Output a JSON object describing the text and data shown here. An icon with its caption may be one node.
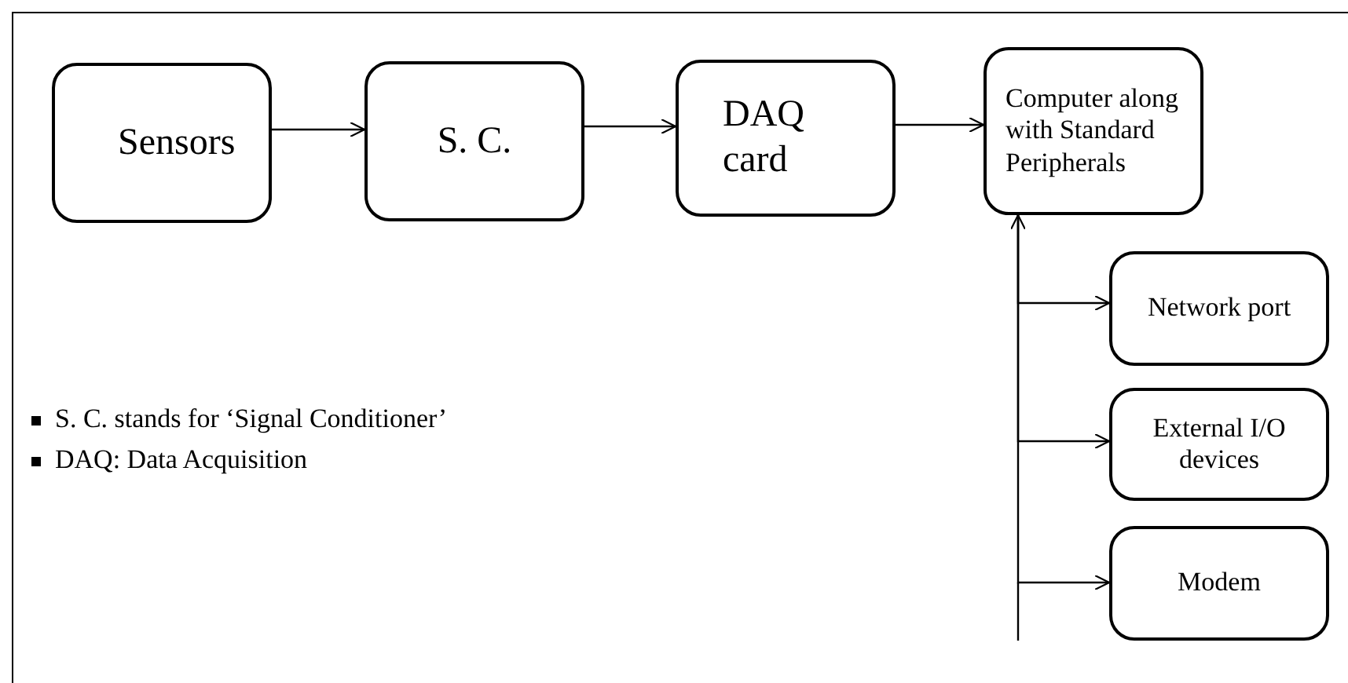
{
  "diagram": {
    "nodes": [
      {
        "text": [
          "Sensors"
        ]
      },
      {
        "text": [
          "S. C."
        ]
      },
      {
        "text": [
          "DAQ card"
        ]
      },
      {
        "text": [
          "Computer along with Standard Peripherals"
        ]
      },
      {
        "text": [
          "Network port"
        ]
      },
      {
        "text": [
          "External I/O devices"
        ]
      },
      {
        "text": [
          "Modem"
        ]
      }
    ],
    "edges": [
      {
        "from": 0,
        "to": 1,
        "arrow": "to"
      },
      {
        "from": 1,
        "to": 2,
        "arrow": "to"
      },
      {
        "from": 2,
        "to": 3,
        "arrow": "to"
      },
      {
        "from": 3,
        "to": 4,
        "arrow": "to"
      },
      {
        "from": 3,
        "to": 5,
        "arrow": "to"
      },
      {
        "from": 3,
        "to": 6,
        "arrow": "both"
      }
    ],
    "labels": [
      "S. C. stands for ‘Signal Conditioner’",
      "DAQ: Data Acquisition"
    ]
  }
}
